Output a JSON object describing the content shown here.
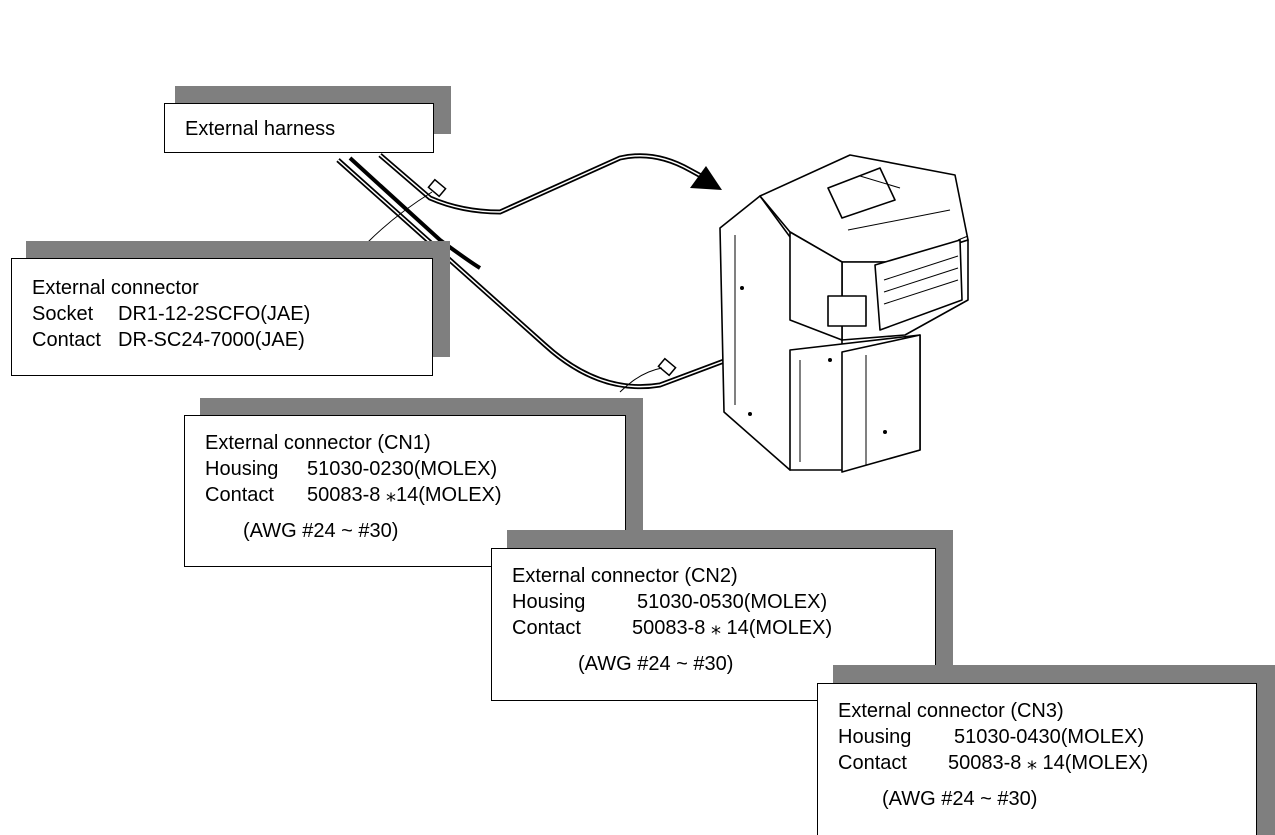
{
  "colors": {
    "shadow": "#7f7f7f",
    "line": "#000000",
    "background": "#ffffff"
  },
  "harness": {
    "label": "External harness"
  },
  "connector_main": {
    "title": "External connector",
    "rows": [
      {
        "key": "Socket",
        "value": "DR1-12-2SCFO(JAE)"
      },
      {
        "key": "Contact",
        "value": "DR-SC24-7000(JAE)"
      }
    ]
  },
  "cn1": {
    "title": "External connector (CN1)",
    "rows": [
      {
        "key": "Housing",
        "value": "51030-0230(MOLEX)"
      },
      {
        "key": "Contact",
        "value": "50083-8 ⁎14(MOLEX)"
      }
    ],
    "awg": "(AWG #24 ~ #30)"
  },
  "cn2": {
    "title": "External connector (CN2)",
    "rows": [
      {
        "key": "Housing",
        "value": "51030-0530(MOLEX)"
      },
      {
        "key": "Contact",
        "value": "50083-8 ⁎ 14(MOLEX)"
      }
    ],
    "awg": "(AWG #24 ~ #30)"
  },
  "cn3": {
    "title": "External connector (CN3)",
    "rows": [
      {
        "key": "Housing",
        "value": "51030-0430(MOLEX)"
      },
      {
        "key": "Contact",
        "value": "50083-8 ⁎ 14(MOLEX)"
      }
    ],
    "awg": "(AWG #24 ~ #30)"
  }
}
